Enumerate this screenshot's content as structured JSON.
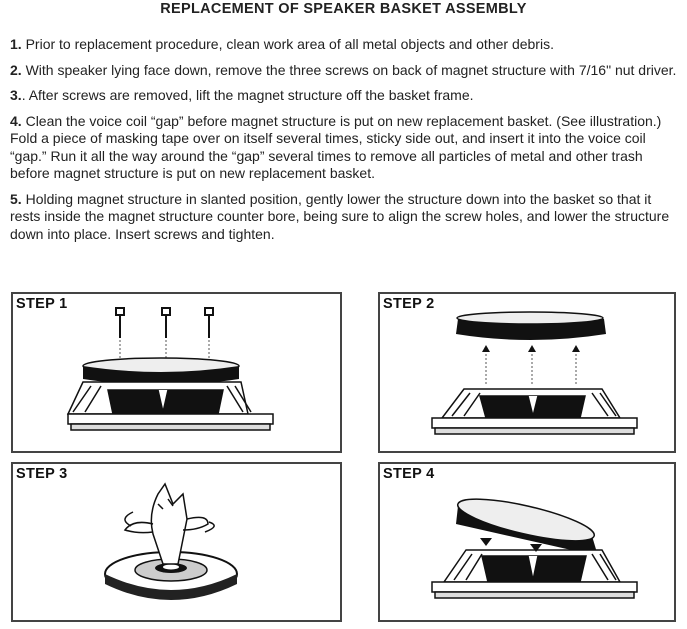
{
  "title": "REPLACEMENT OF SPEAKER BASKET ASSEMBLY",
  "steps": [
    {
      "num": "1.",
      "text": " Prior to replacement procedure, clean work area of all metal objects and other debris."
    },
    {
      "num": "2.",
      "text": " With speaker lying face down, remove the three screws on back of magnet structure with 7/16\" nut driver."
    },
    {
      "num": "3.",
      "text": ". After screws are removed, lift the magnet structure off the basket frame."
    },
    {
      "num": "4.",
      "text": " Clean the voice coil “gap” before magnet structure is put on new replacement basket. (See illustration.) Fold a piece of masking tape over on itself several times, sticky side out, and insert it into the voice coil “gap.” Run it all the way around the “gap” several times to remove all particles of metal and other trash before magnet structure is put on new replacement basket."
    },
    {
      "num": "5.",
      "text": " Holding magnet structure in slanted position, gently lower the structure down into the basket so that it rests inside the magnet structure counter bore, being sure to align the screw holes, and lower the structure down into place. Insert screws and tighten."
    }
  ],
  "panels": [
    {
      "label": "STEP 1"
    },
    {
      "label": "STEP 2"
    },
    {
      "label": "STEP 3"
    },
    {
      "label": "STEP 4"
    }
  ]
}
